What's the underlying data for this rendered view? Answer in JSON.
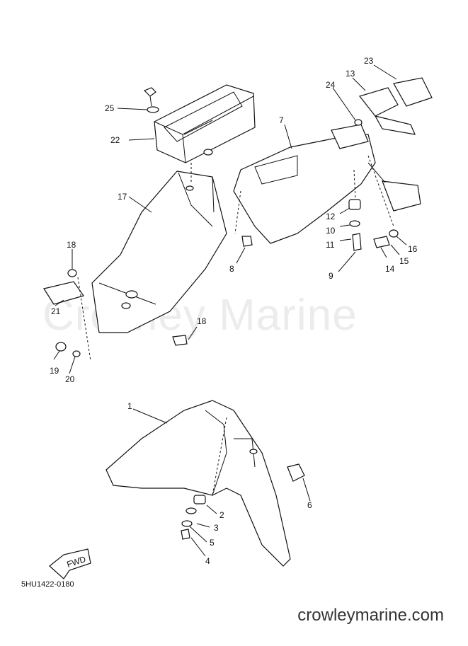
{
  "watermark": "Crowley Marine",
  "diagram_code": "5HU1422-0180",
  "site_url": "crowleymarine.com",
  "fwd_label": "FWD",
  "callouts": [
    "1",
    "2",
    "3",
    "4",
    "5",
    "6",
    "7",
    "8",
    "9",
    "10",
    "11",
    "12",
    "13",
    "14",
    "15",
    "16",
    "17",
    "18",
    "18",
    "19",
    "20",
    "21",
    "22",
    "23",
    "24",
    "25"
  ]
}
